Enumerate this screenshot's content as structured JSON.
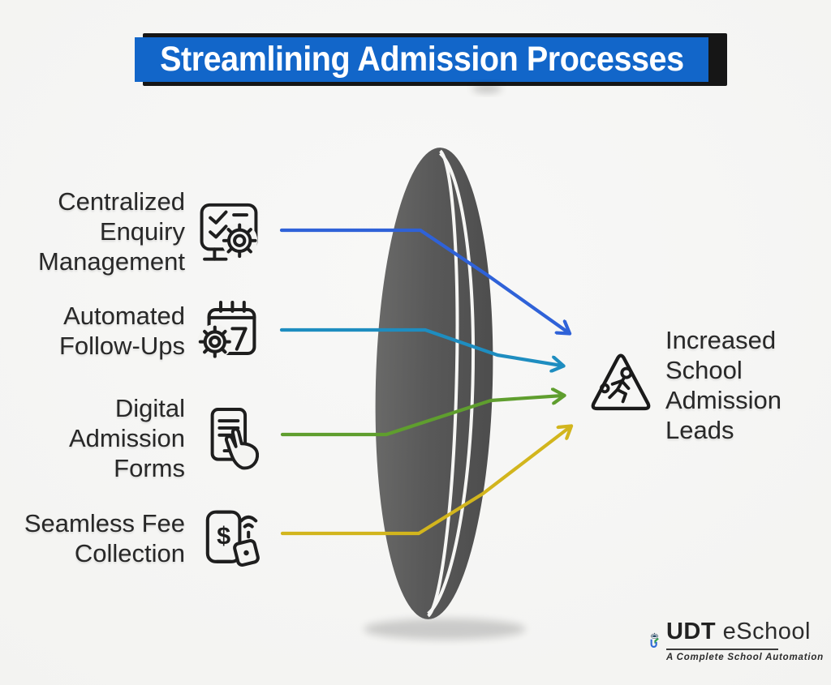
{
  "title": {
    "text": "Streamlining Admission Processes"
  },
  "colors": {
    "banner_blue": "#1266c9",
    "banner_shadow": "#161616",
    "arrow_blue": "#2f62d8",
    "arrow_teal": "#1e8dc0",
    "arrow_green": "#5f9e2e",
    "arrow_yellow": "#d2b51d",
    "lens_gray": "#585858",
    "text_dark": "#282828"
  },
  "left_items": [
    {
      "label": "Centralized Enquiry Management",
      "lines": [
        "Centralized",
        "Enquiry",
        "Management"
      ],
      "icon": "checklist-gear-icon"
    },
    {
      "label": "Automated Follow-Ups",
      "lines": [
        "Automated",
        "Follow-Ups"
      ],
      "icon": "calendar-gear-icon"
    },
    {
      "label": "Digital Admission Forms",
      "lines": [
        "Digital",
        "Admission",
        "Forms"
      ],
      "icon": "tablet-hand-icon"
    },
    {
      "label": "Seamless Fee Collection",
      "lines": [
        "Seamless Fee",
        "Collection"
      ],
      "icon": "mobile-payment-icon"
    }
  ],
  "result": {
    "label": "Increased School Admission Leads",
    "lines": [
      "Increased",
      "School",
      "Admission",
      "Leads"
    ],
    "icon": "running-child-warning-icon"
  },
  "logo": {
    "brand_bold": "UDT",
    "brand_rest": "eSchool",
    "tagline": "A Complete School Automation",
    "mark_icon": "udt-robot-monogram-icon"
  }
}
